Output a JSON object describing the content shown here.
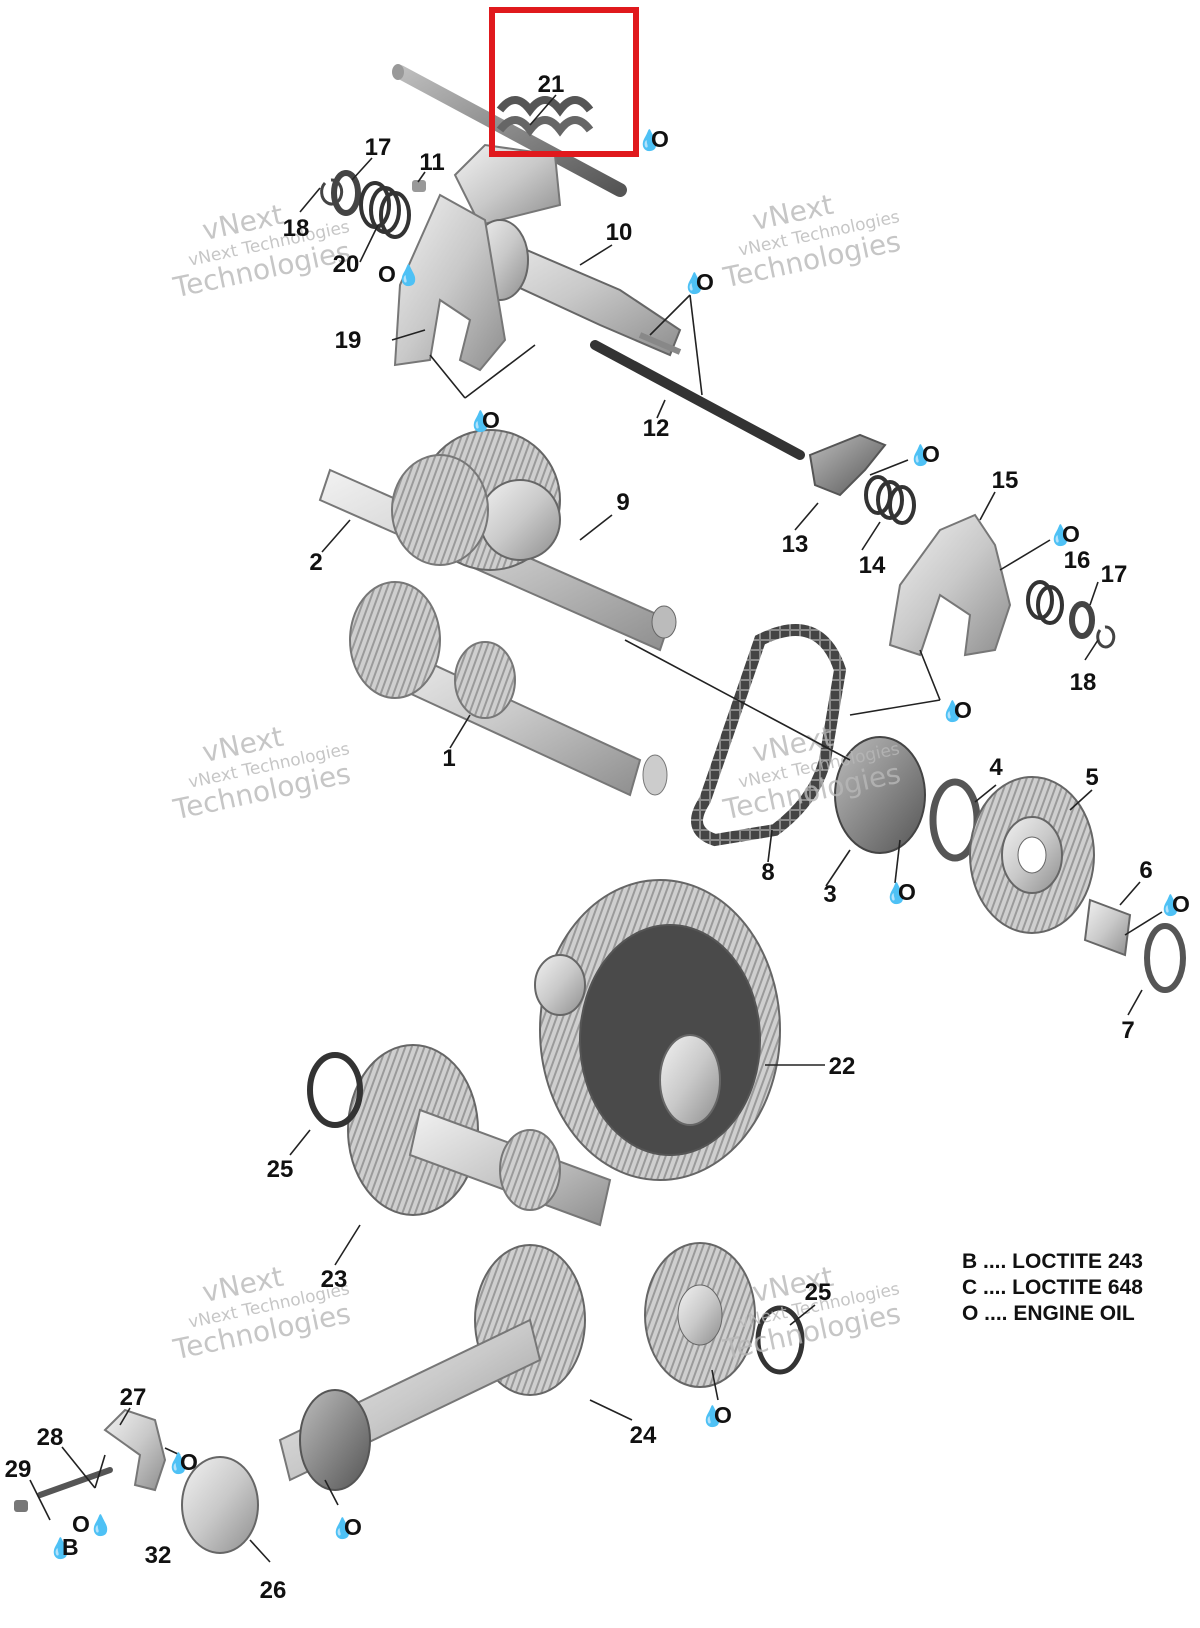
{
  "part_labels": [
    "1",
    "2",
    "3",
    "4",
    "5",
    "6",
    "7",
    "8",
    "9",
    "10",
    "11",
    "12",
    "13",
    "14",
    "15",
    "16",
    "17",
    "18",
    "19",
    "20",
    "21",
    "22",
    "23",
    "24",
    "25",
    "26",
    "27",
    "28",
    "29",
    "32"
  ],
  "oil_mark": "O",
  "loctite_b_mark": "B",
  "legend": [
    {
      "code": "B",
      "text": "B .... LOCTITE 243"
    },
    {
      "code": "C",
      "text": "C .... LOCTITE 648"
    },
    {
      "code": "O",
      "text": "O .... ENGINE OIL"
    }
  ],
  "watermark": {
    "line1": "vNext",
    "line2": "vNext Technologies",
    "line3": "Technologies"
  },
  "colors": {
    "highlight": "#e0191d",
    "metal_light": "#d6d6d6",
    "metal_dark": "#7a7a7a",
    "label": "#111111"
  },
  "highlighted_part": "21"
}
